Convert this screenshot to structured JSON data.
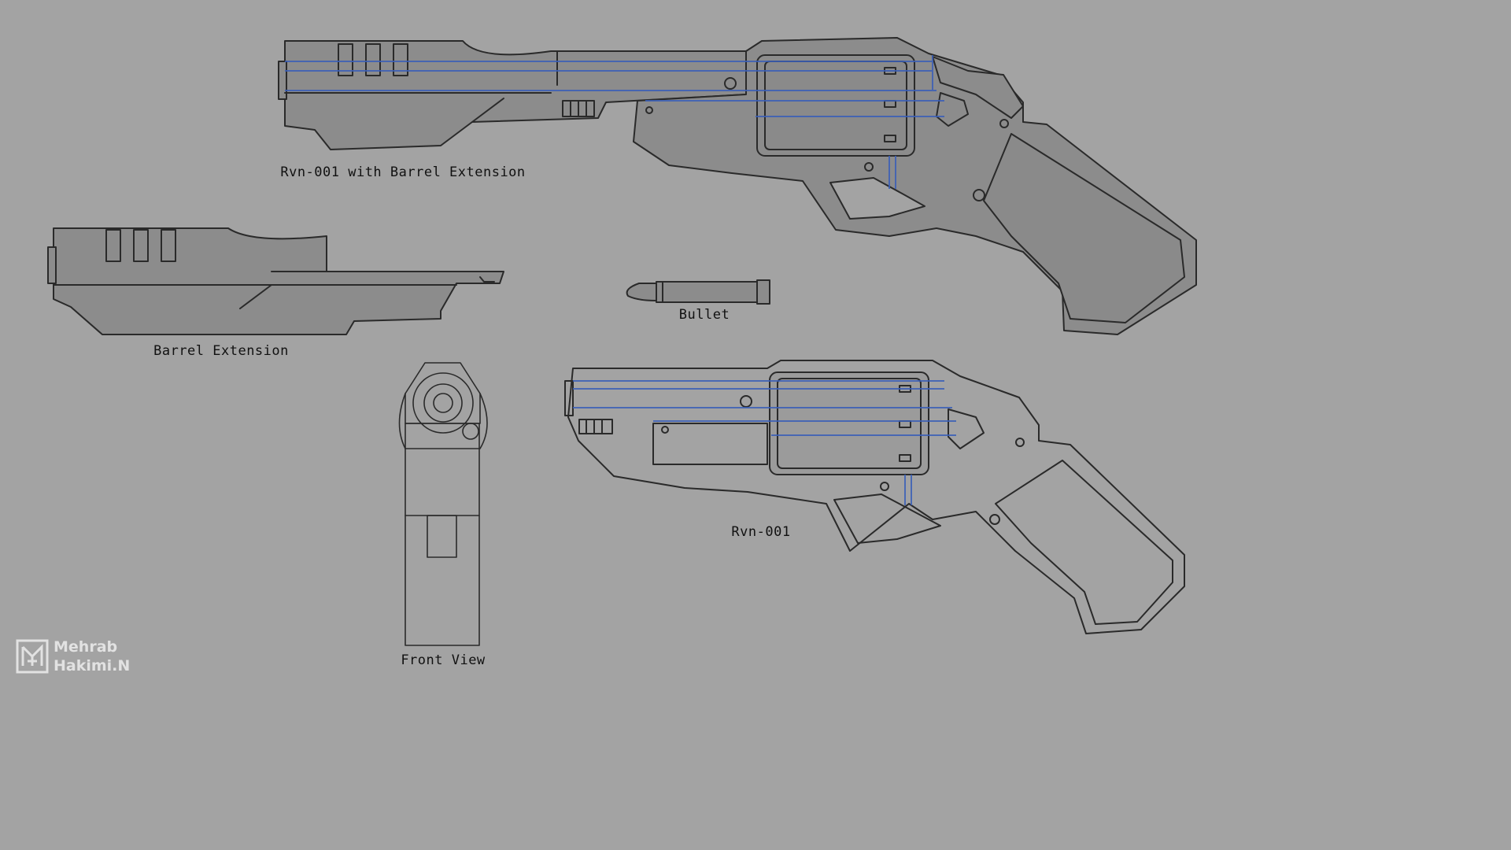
{
  "captions": {
    "full_gun": "Rvn-001 with Barrel Extension",
    "barrel_extension": "Barrel Extension",
    "bullet": "Bullet",
    "front_view": "Front View",
    "gun": "Rvn-001"
  },
  "watermark": {
    "line1": "Mehrab",
    "line2": "Hakimi.N",
    "icon": "mh-monogram-logo"
  },
  "colors": {
    "background": "#a3a3a3",
    "body_fill": "#8c8c8c",
    "outline": "#2a2a2a",
    "guide_lines": "#3a5fb8"
  }
}
